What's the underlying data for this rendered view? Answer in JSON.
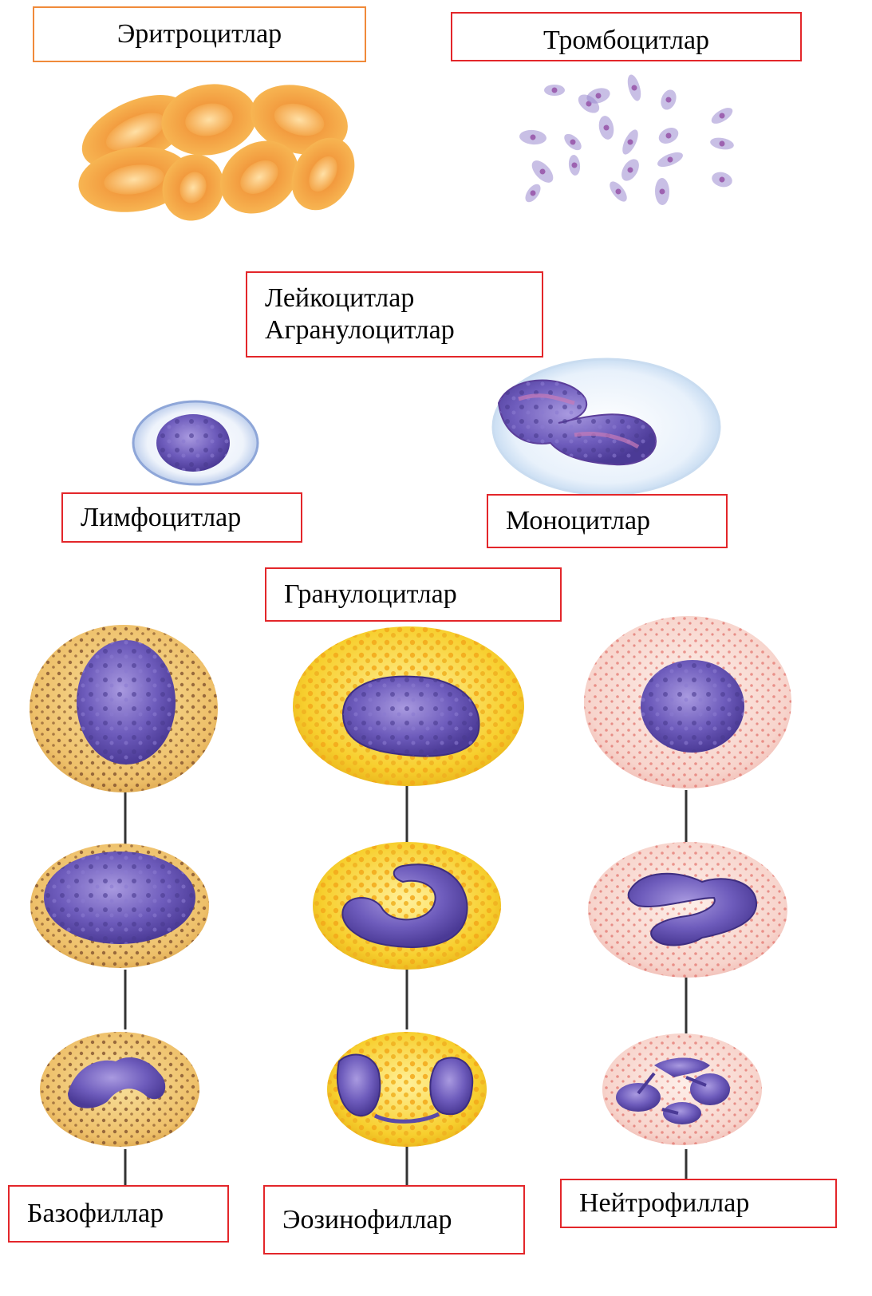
{
  "labels": {
    "erythrocytes": "Эритроцитлар",
    "thrombocytes": "Тромбоцитлар",
    "leukocytes": "Лейкоцитлар",
    "agranulocytes": "Агранулоцитлар",
    "lymphocytes": "Лимфоцитлар",
    "monocytes": "Моноцитлар",
    "granulocytes": "Гранулоцитлар",
    "basophils": "Базофиллар",
    "eosinophils": "Эозинофиллар",
    "neutrophils": "Нейтрофиллар"
  },
  "colors": {
    "label_border": "#e3262a",
    "erythrocyte": "#f7a24a",
    "platelet": "#9a8bd0",
    "nucleus": "#6a57b8",
    "basophil_cytoplasm": "#f0c77a",
    "eosinophil_cytoplasm": "#f7d23a",
    "neutrophil_cytoplasm": "#f8d6d2"
  }
}
